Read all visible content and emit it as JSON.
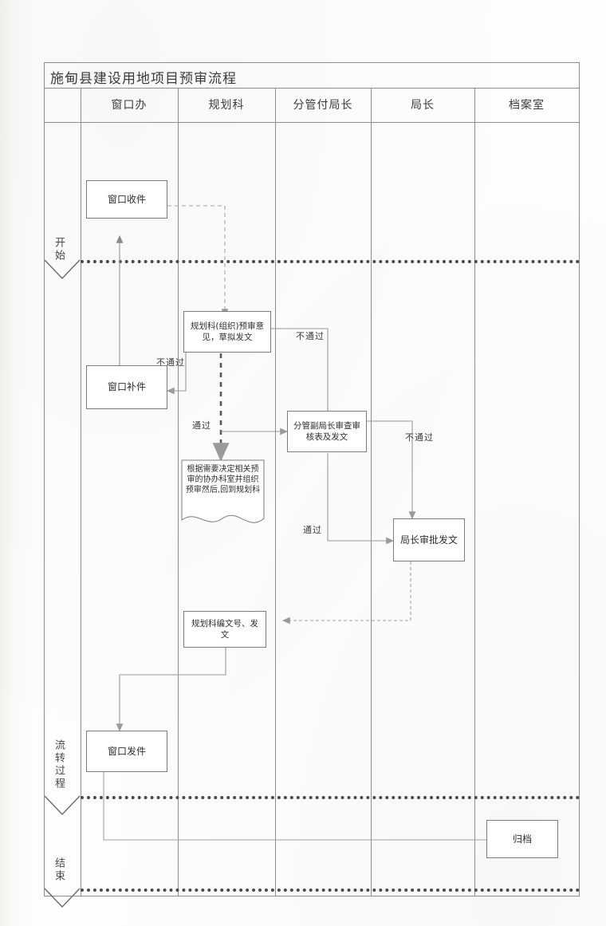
{
  "document": {
    "title": "施甸县建设用地项目预审流程"
  },
  "lanes": [
    {
      "id": "window-office",
      "label": "窗口办"
    },
    {
      "id": "planning-dept",
      "label": "规划科"
    },
    {
      "id": "deputy-director",
      "label": "分管付局长"
    },
    {
      "id": "director",
      "label": "局长"
    },
    {
      "id": "archive-room",
      "label": "档案室"
    }
  ],
  "phases": [
    {
      "id": "start",
      "label": "开始"
    },
    {
      "id": "circulation",
      "label": "流转过程"
    },
    {
      "id": "end",
      "label": "结束"
    }
  ],
  "nodes": [
    {
      "id": "n1",
      "lane": "window-office",
      "phase": "start",
      "shape": "process",
      "text": "窗口收件"
    },
    {
      "id": "n2",
      "lane": "planning-dept",
      "phase": "circulation",
      "shape": "process",
      "text": "规划科(组织)预审意见，草拟发文"
    },
    {
      "id": "n3",
      "lane": "window-office",
      "phase": "circulation",
      "shape": "process",
      "text": "窗口补件"
    },
    {
      "id": "n4",
      "lane": "deputy-director",
      "phase": "circulation",
      "shape": "process",
      "text": "分管副局长审查审核表及发文"
    },
    {
      "id": "n5",
      "lane": "planning-dept",
      "phase": "circulation",
      "shape": "document",
      "text": "根据需要决定相关预审的协办科室并组织预审然后,回到规划科"
    },
    {
      "id": "n6",
      "lane": "director",
      "phase": "circulation",
      "shape": "process",
      "text": "局长审批发文"
    },
    {
      "id": "n7",
      "lane": "planning-dept",
      "phase": "circulation",
      "shape": "process",
      "text": "规划科编文号、发文"
    },
    {
      "id": "n8",
      "lane": "window-office",
      "phase": "circulation",
      "shape": "process",
      "text": "窗口发件"
    },
    {
      "id": "n9",
      "lane": "archive-room",
      "phase": "end",
      "shape": "process",
      "text": "归档"
    }
  ],
  "edges": [
    {
      "id": "e1",
      "from": "n1",
      "to": "n2",
      "label": "",
      "style": "dashed"
    },
    {
      "id": "e2",
      "from": "n2",
      "to": "n3",
      "label": "不通过",
      "style": "solid"
    },
    {
      "id": "e3",
      "from": "n3",
      "to": "n1",
      "label": "",
      "style": "solid"
    },
    {
      "id": "e4",
      "from": "n2",
      "to": "n5",
      "label": "通过",
      "style": "dashed"
    },
    {
      "id": "e5",
      "from": "n5",
      "to": "n4",
      "label": "",
      "style": "solid"
    },
    {
      "id": "e6",
      "from": "n4",
      "to": "n2",
      "label": "不通过",
      "style": "solid"
    },
    {
      "id": "e7",
      "from": "n4",
      "to": "n6",
      "label": "通过",
      "style": "solid"
    },
    {
      "id": "e8",
      "from": "n6",
      "to": "n4",
      "label": "不通过",
      "style": "solid"
    },
    {
      "id": "e9",
      "from": "n6",
      "to": "n7",
      "label": "",
      "style": "solid"
    },
    {
      "id": "e10",
      "from": "n7",
      "to": "n8",
      "label": "",
      "style": "solid"
    },
    {
      "id": "e11",
      "from": "n8",
      "to": "n9",
      "label": "",
      "style": "solid"
    }
  ],
  "edge_labels": {
    "not_passed": "不通过",
    "passed": "通过"
  },
  "colors": {
    "line": "#8d8d8d",
    "node_border": "#7c7c7c",
    "text": "#2e2e2e",
    "phase_separator": "#4a4a4a",
    "paper": "#fdfdfb"
  }
}
